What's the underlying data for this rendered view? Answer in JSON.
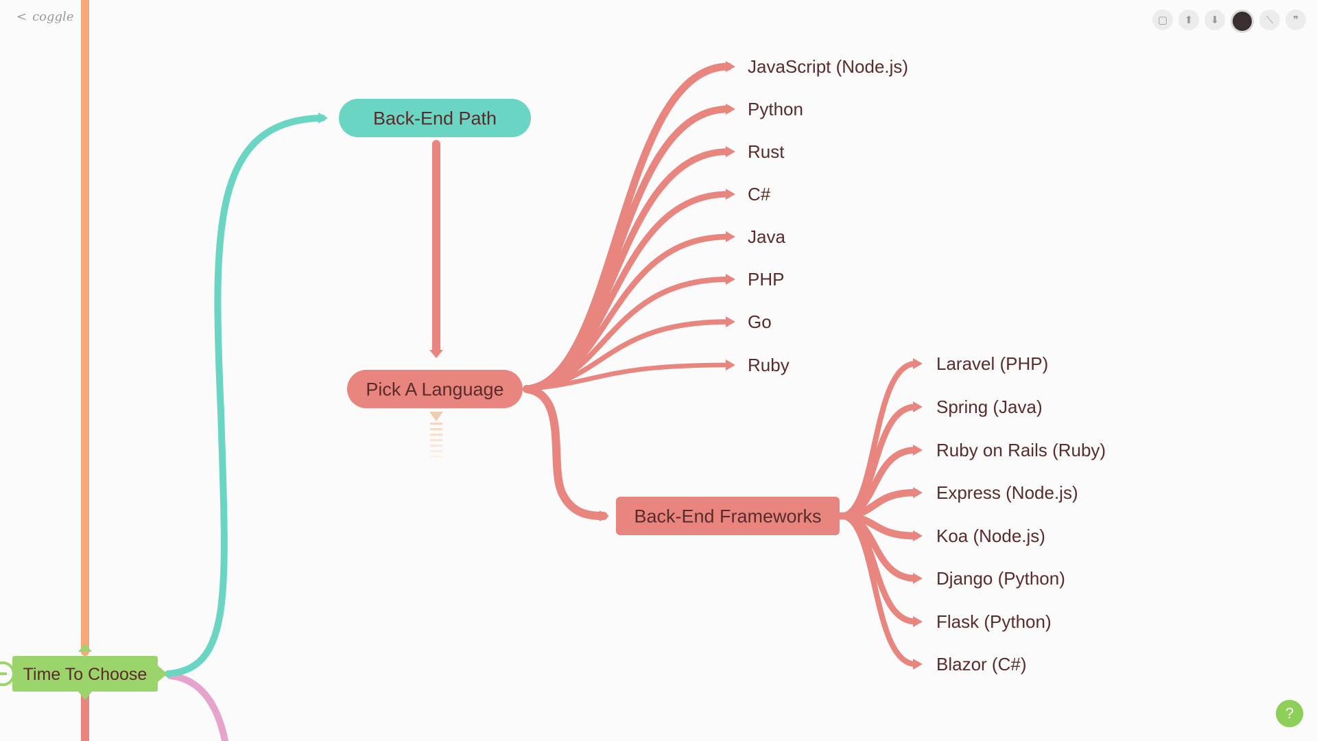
{
  "app": {
    "logo_text": "coggle",
    "back_glyph": "<"
  },
  "toolbar": [
    {
      "name": "present-icon",
      "glyph": "▢"
    },
    {
      "name": "upload-icon",
      "glyph": "⬆"
    },
    {
      "name": "download-icon",
      "glyph": "⬇"
    },
    {
      "name": "avatar-icon",
      "glyph": ""
    },
    {
      "name": "draw-icon",
      "glyph": "⟍"
    },
    {
      "name": "quote-icon",
      "glyph": "❞"
    }
  ],
  "help": {
    "label": "?"
  },
  "colors": {
    "background": "#fbfbfb",
    "teal": "#6ad5c3",
    "red": "#e8857f",
    "green": "#9bd46a",
    "orange": "#f5a878",
    "pink": "#e6a3cc",
    "text": "#5a2b2b"
  },
  "map": {
    "nodes": {
      "time_to_choose": "Time To Choose",
      "back_end_path": "Back-End Path",
      "pick_a_language": "Pick A Language",
      "back_end_frameworks": "Back-End Frameworks"
    },
    "languages": [
      "JavaScript (Node.js)",
      "Python",
      "Rust",
      "C#",
      "Java",
      "PHP",
      "Go",
      "Ruby"
    ],
    "frameworks": [
      "Laravel (PHP)",
      "Spring (Java)",
      "Ruby on Rails (Ruby)",
      "Express (Node.js)",
      "Koa (Node.js)",
      "Django (Python)",
      "Flask (Python)",
      "Blazor (C#)"
    ]
  }
}
